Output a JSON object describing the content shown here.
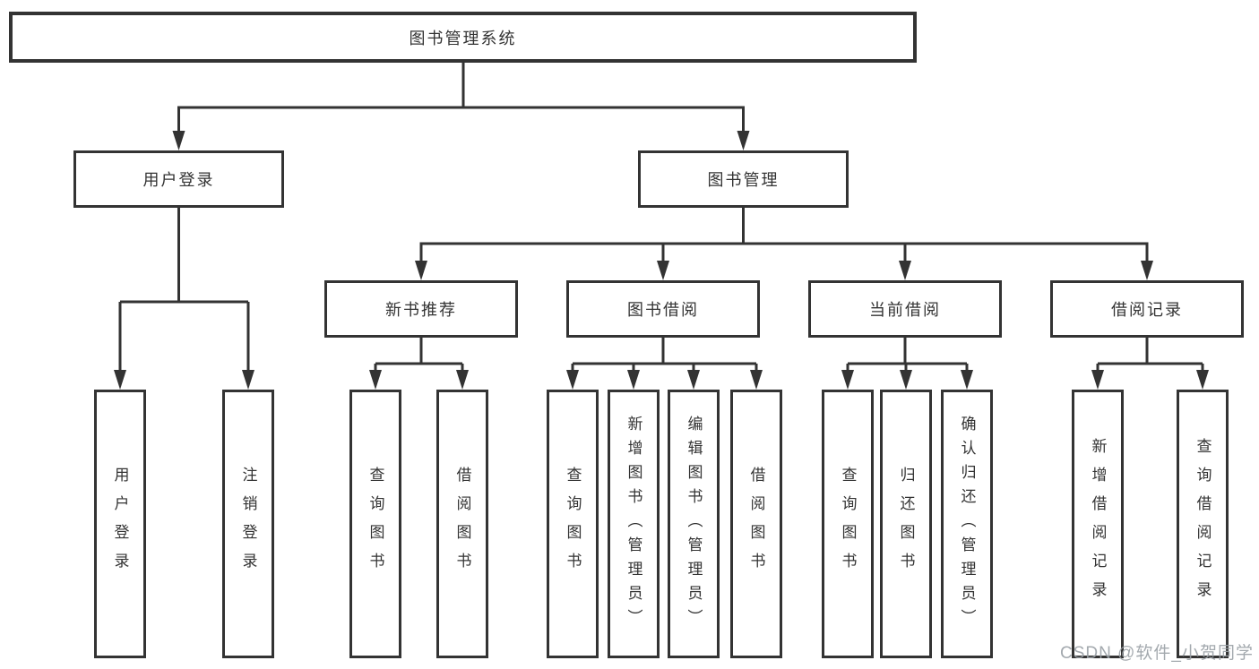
{
  "colors": {
    "box_border": "#333333",
    "line": "#333333",
    "text": "#333333",
    "watermark_text": "#9aa0a6",
    "background": "#ffffff"
  },
  "watermark": "CSDN @软件_小贺同学",
  "tree": {
    "root": "图书管理系统",
    "branches": [
      {
        "label": "用户登录",
        "leaves": [
          "用户登录",
          "注销登录"
        ]
      },
      {
        "label": "图书管理",
        "groups": [
          {
            "label": "新书推荐",
            "leaves": [
              "查询图书",
              "借阅图书"
            ]
          },
          {
            "label": "图书借阅",
            "leaves": [
              "查询图书",
              "新增图书（管理员）",
              "编辑图书（管理员）",
              "借阅图书"
            ]
          },
          {
            "label": "当前借阅",
            "leaves": [
              "查询图书",
              "归还图书",
              "确认归还（管理员）"
            ]
          },
          {
            "label": "借阅记录",
            "leaves": [
              "新增借阅记录",
              "查询借阅记录"
            ]
          }
        ]
      }
    ]
  }
}
